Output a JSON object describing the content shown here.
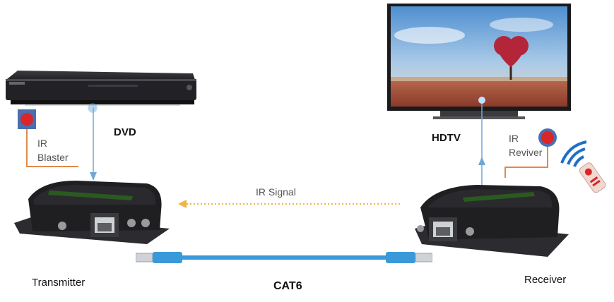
{
  "labels": {
    "dvd": "DVD",
    "hdtv": "HDTV",
    "ir_blaster": "IR\nBlaster",
    "ir_receiver": "IR\nReviver",
    "ir_signal": "IR Signal",
    "transmitter": "Transmitter",
    "receiver": "Receiver",
    "cat6": "CAT6"
  },
  "colors": {
    "signal_arrow": "#6fa7d8",
    "ir_signal_dotted": "#f0b541",
    "cable": "#3a9ad9",
    "ir_wire": "#e08a4a",
    "ir_red": "#d8262b"
  },
  "icons": {
    "dvd_player": "dvd-player-icon",
    "tv": "tv-icon",
    "remote": "remote-control-icon"
  }
}
